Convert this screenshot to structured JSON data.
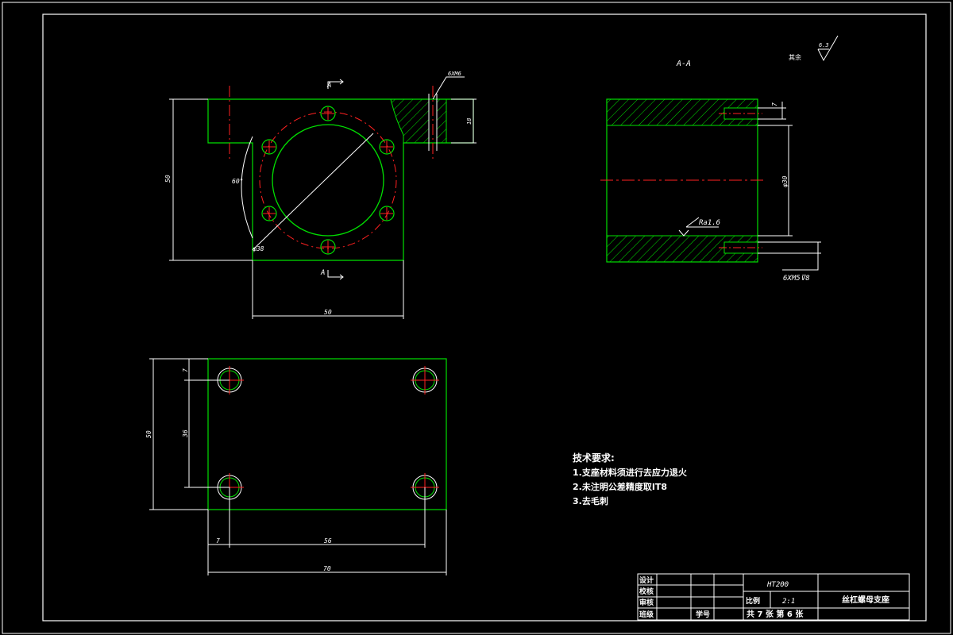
{
  "views": {
    "top": {
      "section_mark": "A",
      "thread_callout": "6XM6",
      "dim_height": "50",
      "dim_flange": "18",
      "dim_angle": "60°",
      "dim_bolt_circle": "φ38",
      "dim_width": "50"
    },
    "section": {
      "title": "A-A",
      "dim_bore": "φ30",
      "dim_edge": "7",
      "roughness": "Ra1.6",
      "thread_note": "6XM5⊽8"
    },
    "bottom": {
      "dim_height": "50",
      "dim_inner_height": "36",
      "dim_offset_top": "7",
      "dim_offset_left": "7",
      "dim_hole_spacing": "56",
      "dim_length": "70"
    }
  },
  "surface_finish": {
    "label": "其余",
    "value": "6.3"
  },
  "tech_requirements": {
    "heading": "技术要求:",
    "items": [
      "1.支座材料须进行去应力退火",
      "2.未注明公差精度取IT8",
      "3.去毛刺"
    ]
  },
  "title_block": {
    "design": "设计",
    "check": "校核",
    "review": "审核",
    "class": "班级",
    "student_no": "学号",
    "material": "HT200",
    "scale_label": "比例",
    "scale_value": "2:1",
    "sheets": "共 7 张 第 6 张",
    "part_name": "丝杠螺母支座"
  },
  "colors": {
    "outline": "#00e000",
    "center": "#ff2020",
    "dim": "#ffffff",
    "background": "#000000"
  }
}
